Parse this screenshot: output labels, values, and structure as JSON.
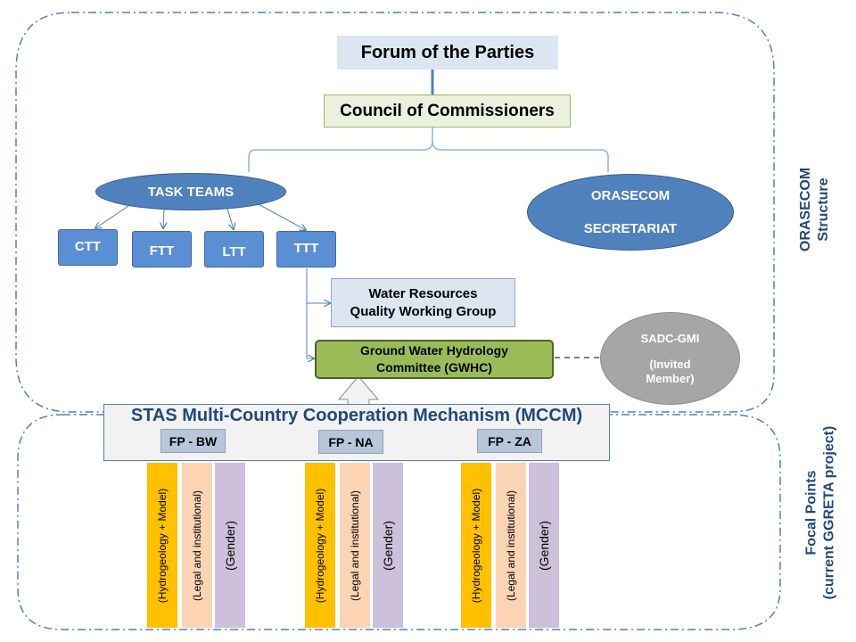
{
  "forum": "Forum of the Parties",
  "council": "Council of Commissioners",
  "task_teams": "TASK TEAMS",
  "secretariat": {
    "line1": "ORASECOM",
    "line2": "SECRETARIAT"
  },
  "teams": [
    "CTT",
    "FTT",
    "LTT",
    "TTT"
  ],
  "water_resources": {
    "line1": "Water Resources",
    "line2": "Quality Working Group"
  },
  "gwhc": {
    "line1": "Ground Water Hydrology",
    "line2": "Committee  (GWHC)"
  },
  "sadc": {
    "line1": "SADC-GMI",
    "line2": "(Invited",
    "line3": "Member)"
  },
  "mccm": "STAS Multi-Country Cooperation Mechanism (MCCM)",
  "focal_points": [
    {
      "label": "FP - BW",
      "roles": [
        "(Hydrogeology + Model)",
        "(Legal and institutional)",
        "(Gender)"
      ]
    },
    {
      "label": "FP - NA",
      "roles": [
        "(Hydrogeology + Model)",
        "(Legal and institutional)",
        "(Gender)"
      ]
    },
    {
      "label": "FP - ZA",
      "roles": [
        "(Hydrogeology + Model)",
        "(Legal and institutional)",
        "(Gender)"
      ]
    }
  ],
  "orasecom_label": {
    "line1": "ORASECOM",
    "line2": "Structure"
  },
  "focal_label": {
    "line1": "Focal Points",
    "line2": "(current GGRETA project)"
  },
  "colors": {
    "dark_blue": "#1f497d",
    "blue": "#4f81bd",
    "green": "#9bbb59",
    "orange": "#ffc000",
    "peach": "#fbd4b4",
    "lavender": "#ccc0da",
    "grey": "#a6a6a6"
  }
}
